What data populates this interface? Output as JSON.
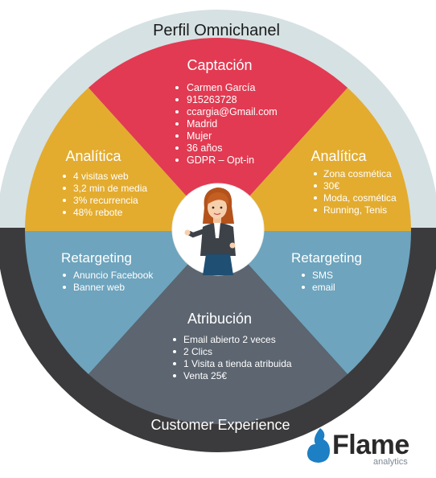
{
  "colors": {
    "outer_top": "#d6e1e3",
    "outer_bottom": "#3b3b3d",
    "captacion": "#e23a52",
    "analitica": "#e3ac2f",
    "retargeting": "#6ea4bd",
    "atribucion": "#5c6570",
    "logo_blue": "#1d7fc4",
    "logo_text": "#2a2a2a",
    "logo_sub": "#7d8a96"
  },
  "header": {
    "title": "Perfil Omnichanel"
  },
  "footer": {
    "title": "Customer Experience"
  },
  "segments": {
    "captacion": {
      "title": "Captación",
      "items": [
        "Carmen García",
        "915263728",
        "ccargia@Gmail.com",
        "Madrid",
        "Mujer",
        "36 años",
        "GDPR – Opt-in"
      ]
    },
    "analitica_left": {
      "title": "Analítica",
      "items": [
        "4 visitas web",
        "3,2 min de media",
        "3% recurrencia",
        "48% rebote"
      ]
    },
    "analitica_right": {
      "title": "Analítica",
      "items": [
        "Zona cosmética",
        "30€",
        "Moda, cosmética",
        "Running, Tenis"
      ]
    },
    "retargeting_left": {
      "title": "Retargeting",
      "items": [
        "Anuncio Facebook",
        "Banner web"
      ]
    },
    "retargeting_right": {
      "title": "Retargeting",
      "items": [
        "SMS",
        "email"
      ]
    },
    "atribucion": {
      "title": "Atribución",
      "items": [
        "Email abierto 2 veces",
        "2 Clics",
        "1 Visita a tienda atribuida",
        "Venta 25€"
      ]
    }
  },
  "logo": {
    "word": "Flame",
    "sub": "analytics"
  }
}
